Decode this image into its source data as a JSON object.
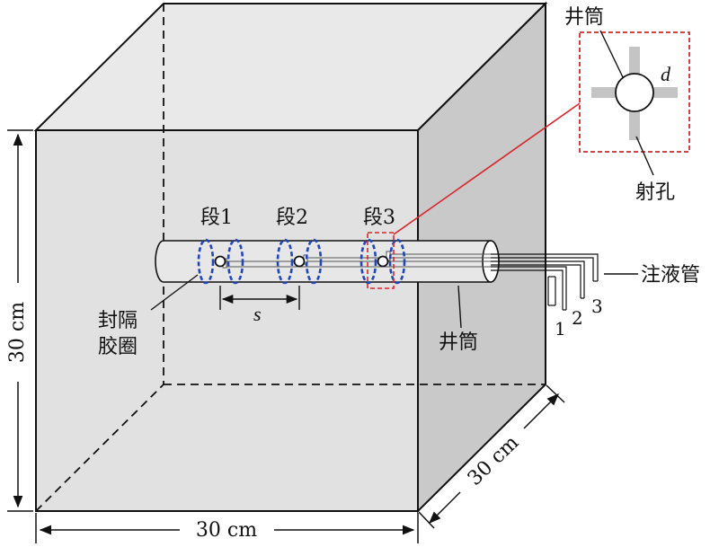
{
  "colors": {
    "front_face": "#e1e1e1",
    "top_face": "#e9e9e9",
    "side_face": "#c9c9c9",
    "outline": "#111111",
    "packer_ring": "#2146b8",
    "highlight_box": "#d6262b",
    "perforation": "#c4c4c4"
  },
  "labels": {
    "segment_1": "段1",
    "segment_2": "段2",
    "segment_3": "段3",
    "spacing": "s",
    "packer_line1": "封隔",
    "packer_line2": "胶圈",
    "wellbore": "井筒",
    "injection_pipe": "注液管",
    "pipe_1": "1",
    "pipe_2": "2",
    "pipe_3": "3",
    "height_dim": "30 cm",
    "width_dim": "30 cm",
    "depth_dim": "30 cm"
  },
  "detail": {
    "wellbore": "井筒",
    "diameter": "d",
    "perforation": "射孔"
  }
}
